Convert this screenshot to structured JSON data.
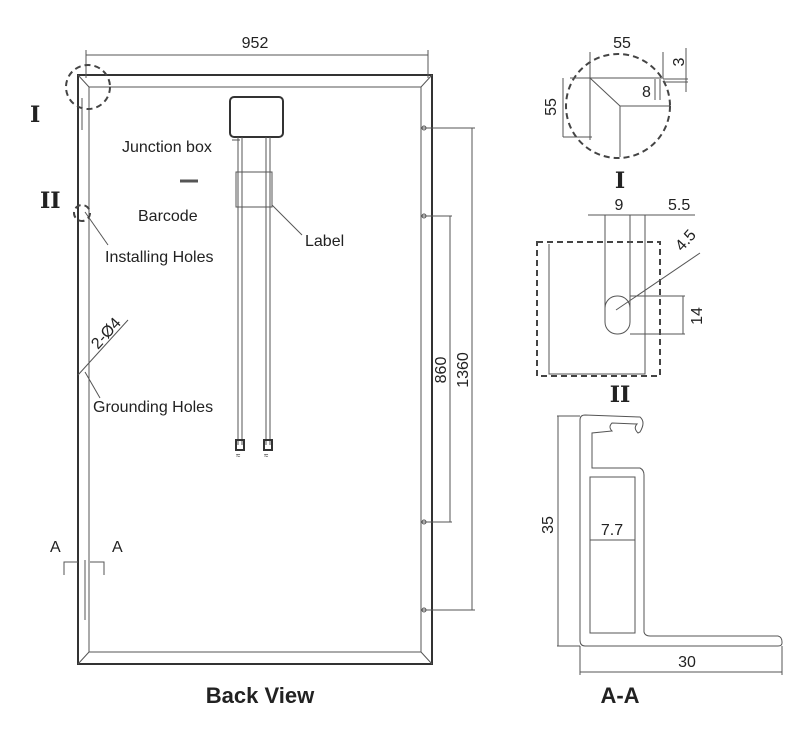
{
  "back_view": {
    "title": "Back View",
    "width_dim": "952",
    "dim_860": "860",
    "dim_1360": "1360",
    "detail_i_marker": "I",
    "detail_ii_marker": "II",
    "section_a_left": "A",
    "section_a_right": "A",
    "labels": {
      "junction_box": "Junction box",
      "barcode": "Barcode",
      "label": "Label",
      "installing_holes": "Installing Holes",
      "hole_spec": "2-Ø4",
      "grounding_holes": "Grounding Holes"
    }
  },
  "detail_i": {
    "title": "I",
    "dim_top": "55",
    "dim_left": "55",
    "dim_3": "3",
    "dim_8": "8"
  },
  "detail_ii": {
    "title": "II",
    "dim_9": "9",
    "dim_5_5": "5.5",
    "dim_4_5": "4.5",
    "dim_14": "14"
  },
  "section_aa": {
    "title": "A-A",
    "dim_height": "35",
    "dim_inner": "7.7",
    "dim_width": "30"
  }
}
